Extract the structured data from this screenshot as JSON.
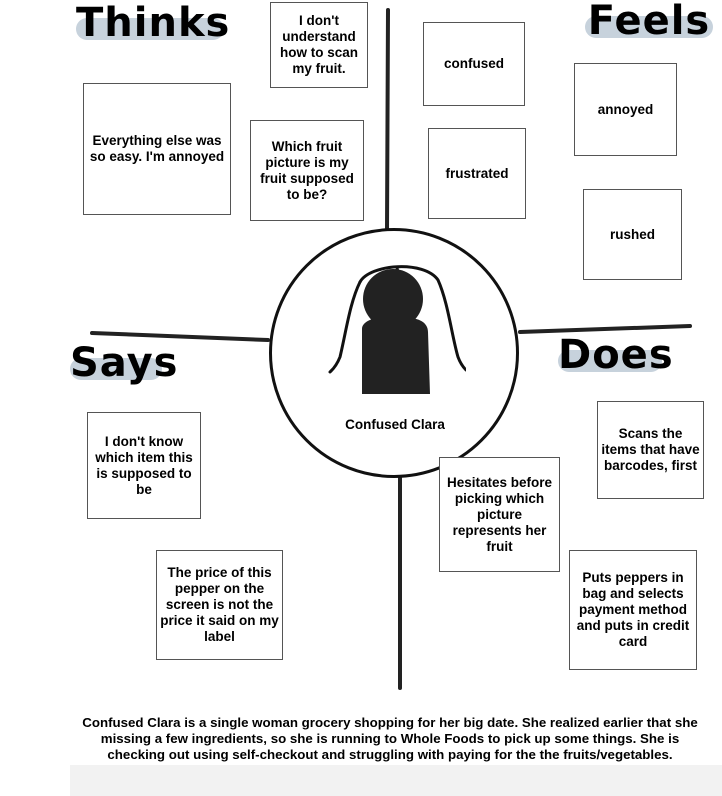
{
  "quadrants": {
    "thinks": "Thinks",
    "feels": "Feels",
    "says": "Says",
    "does": "Does"
  },
  "persona": {
    "name": "Confused Clara"
  },
  "thinks_notes": [
    "I don't understand how to scan my fruit.",
    "Everything else was so easy. I'm annoyed",
    "Which fruit picture is my fruit supposed to be?"
  ],
  "feels_notes": [
    "confused",
    "annoyed",
    "frustrated",
    "rushed"
  ],
  "says_notes": [
    "I don't know which item this is supposed to be",
    "The price of this pepper on the screen is not the price it said on my label"
  ],
  "does_notes": [
    "Scans the items that have barcodes, first",
    "Hesitates before picking which picture represents her fruit",
    "Puts peppers in bag and selects payment method and puts in credit card"
  ],
  "scenario": "Confused Clara is a single woman grocery shopping for her big date. She realized earlier that she missing a few ingredients, so she is running to Whole Foods to pick up  some things. She is checking out using self-checkout and struggling with paying for the the fruits/vegetables.",
  "colors": {
    "header_highlight": "#c7d2dc",
    "ink": "#111111"
  }
}
